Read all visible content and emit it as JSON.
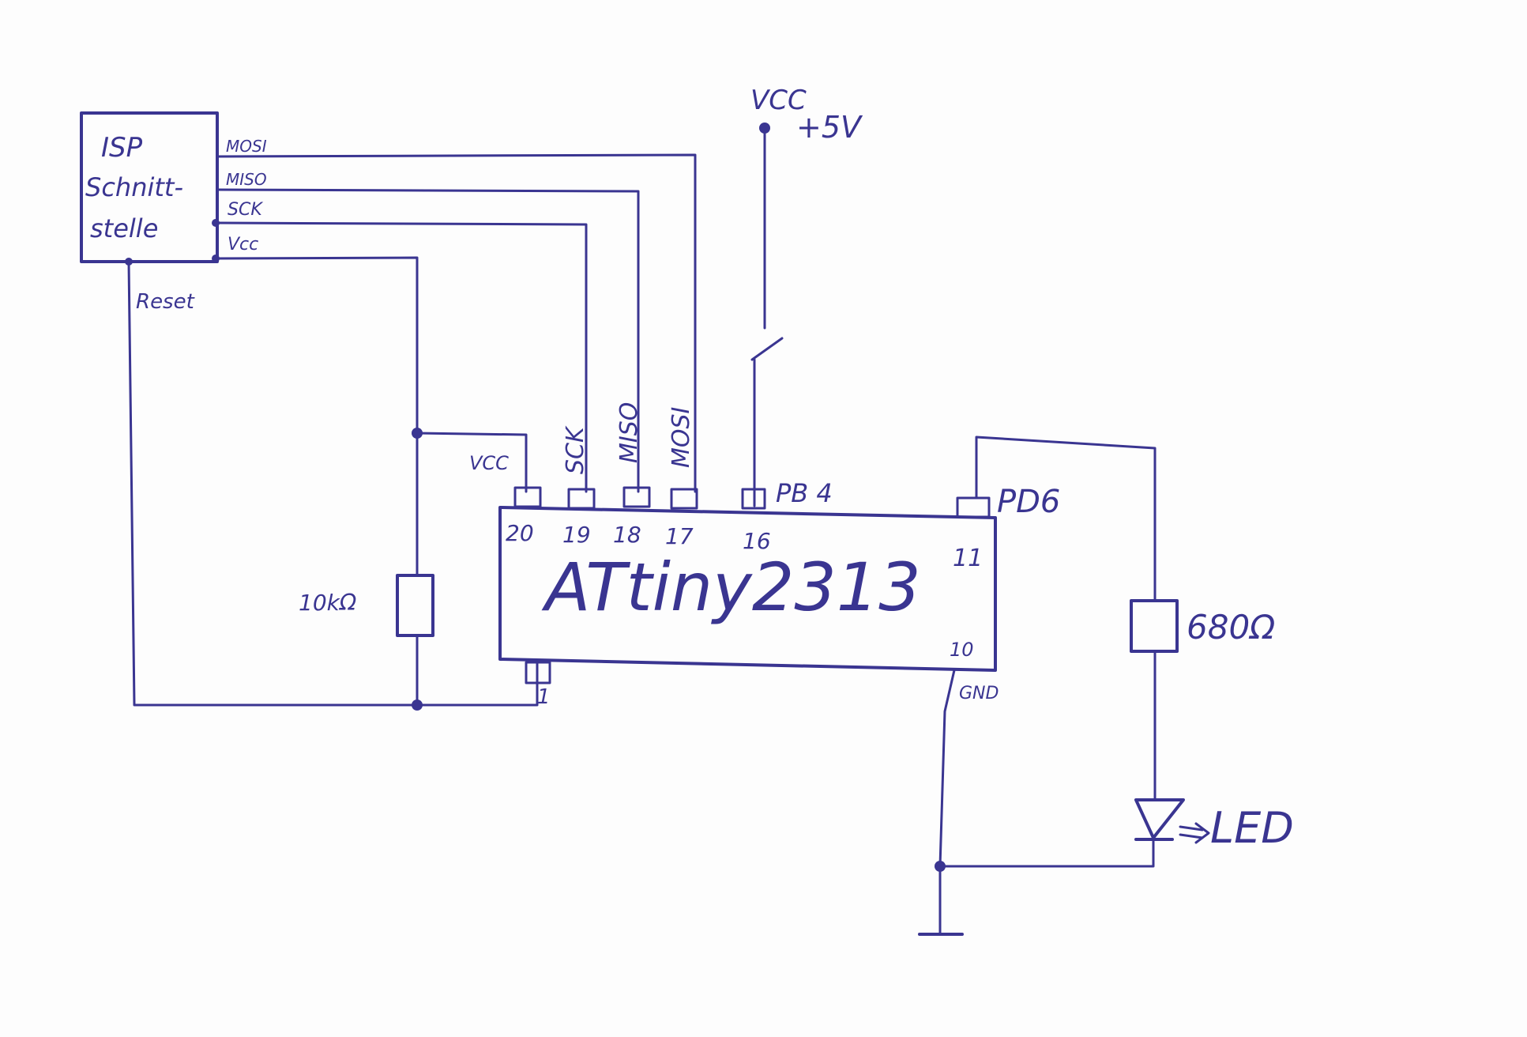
{
  "isp": {
    "title_line1": "ISP",
    "title_line2": "Schnitt-",
    "title_line3": "stelle",
    "pin_mosi": "MOSI",
    "pin_miso": "MISO",
    "pin_sck": "SCK",
    "pin_vcc": "Vcc",
    "pin_reset": "Reset"
  },
  "supply": {
    "label": "VCC",
    "voltage": "+5V"
  },
  "chip": {
    "name": "ATtiny2313",
    "vcc_label": "VCC",
    "sck_label": "SCK",
    "miso_label": "MISO",
    "mosi_label": "MOSI",
    "pb4_label": "PB 4",
    "pd6_label": "PD6",
    "gnd_label": "GND",
    "pin_20": "20",
    "pin_19": "19",
    "pin_18": "18",
    "pin_17": "17",
    "pin_16": "16",
    "pin_11": "11",
    "pin_10": "10",
    "pin_1": "1"
  },
  "resistor_pullup": {
    "label": "10kΩ"
  },
  "resistor_led": {
    "label": "680Ω"
  },
  "led": {
    "label": "LED"
  }
}
